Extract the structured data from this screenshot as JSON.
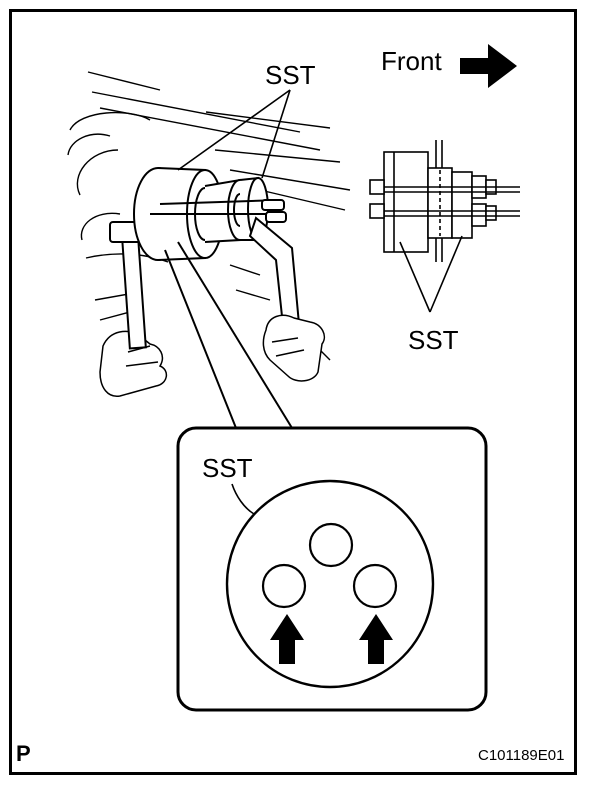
{
  "labels": {
    "sst_top": "SST",
    "front": "Front",
    "sst_right": "SST",
    "sst_inset": "SST",
    "page_marker": "P",
    "figure_code": "C101189E01"
  },
  "icons": {
    "front_arrow": "right-arrow-icon",
    "insert_arrows": "up-arrow-icon"
  },
  "colors": {
    "ink": "#000000",
    "paper": "#ffffff"
  }
}
